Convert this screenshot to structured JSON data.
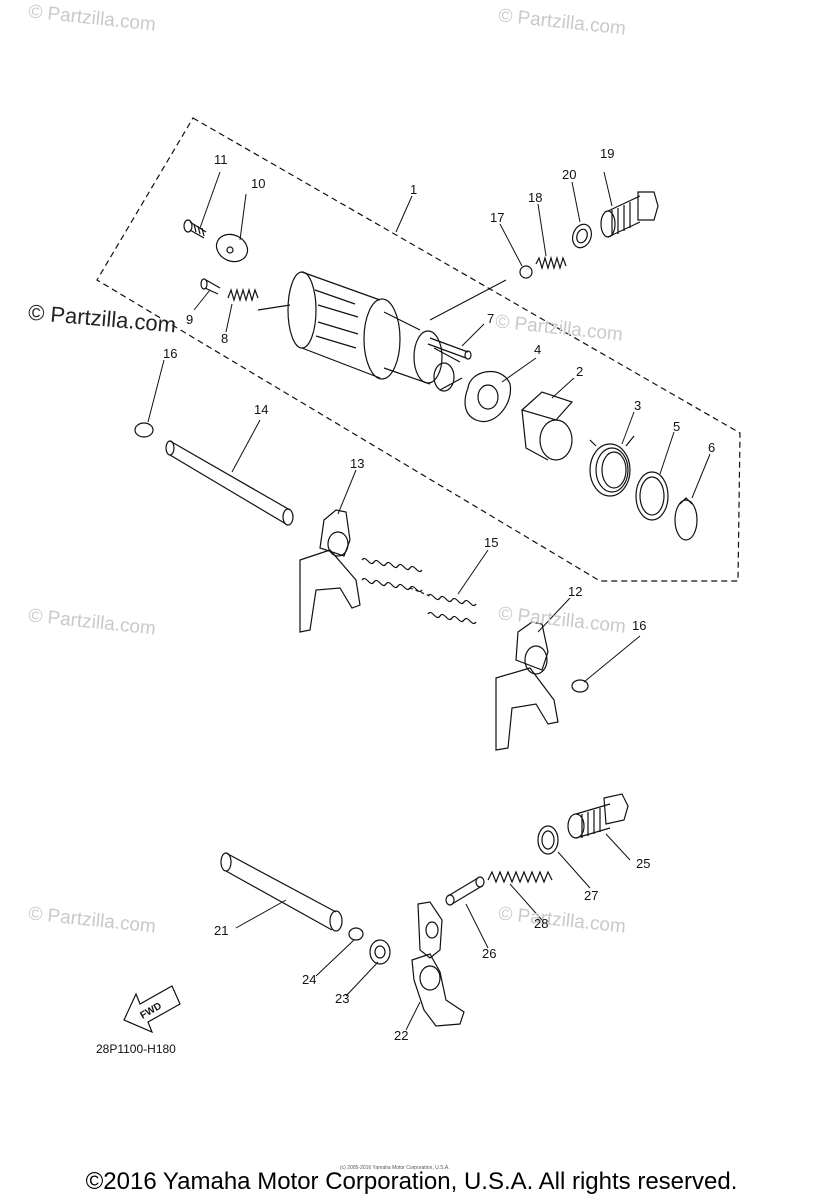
{
  "watermark_text": "© Partzilla.com",
  "diagram": {
    "callouts": [
      "1",
      "2",
      "3",
      "4",
      "5",
      "6",
      "7",
      "8",
      "9",
      "10",
      "11",
      "12",
      "13",
      "14",
      "15",
      "16",
      "17",
      "18",
      "19",
      "20",
      "21",
      "22",
      "23",
      "24",
      "25",
      "26",
      "27",
      "28",
      "16"
    ],
    "fwd_label": "FWD",
    "code": "28P1100-H180"
  },
  "footer": {
    "tiny": "(c) 2005-2016 Yamaha Motor Corporation, U.S.A.",
    "copyright": "©2016 Yamaha Motor Corporation, U.S.A. All rights reserved."
  }
}
